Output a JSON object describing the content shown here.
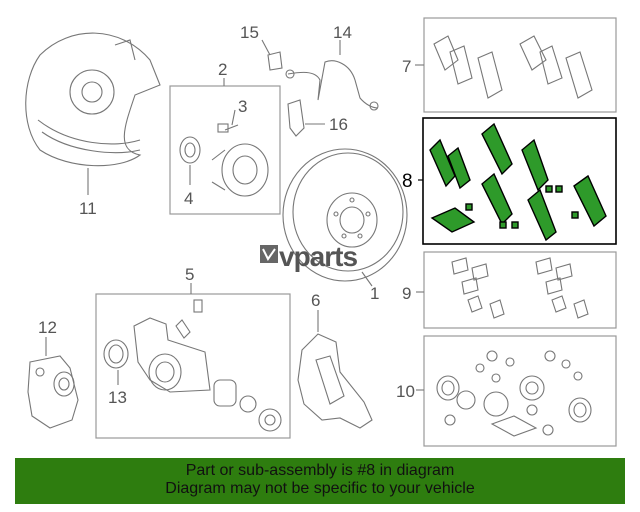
{
  "callouts": {
    "c1": "1",
    "c2": "2",
    "c3": "3",
    "c4": "4",
    "c5": "5",
    "c6": "6",
    "c7": "7",
    "c8": "8",
    "c9": "9",
    "c10": "10",
    "c11": "11",
    "c12": "12",
    "c13": "13",
    "c14": "14",
    "c15": "15",
    "c16": "16"
  },
  "watermark": {
    "text": "vparts"
  },
  "banner": {
    "line1": "Part or sub-assembly is #8 in diagram",
    "line2": "Diagram may not be specific to your vehicle"
  },
  "colors": {
    "highlight": "#2e9a2a",
    "banner": "#2e7d0f"
  }
}
